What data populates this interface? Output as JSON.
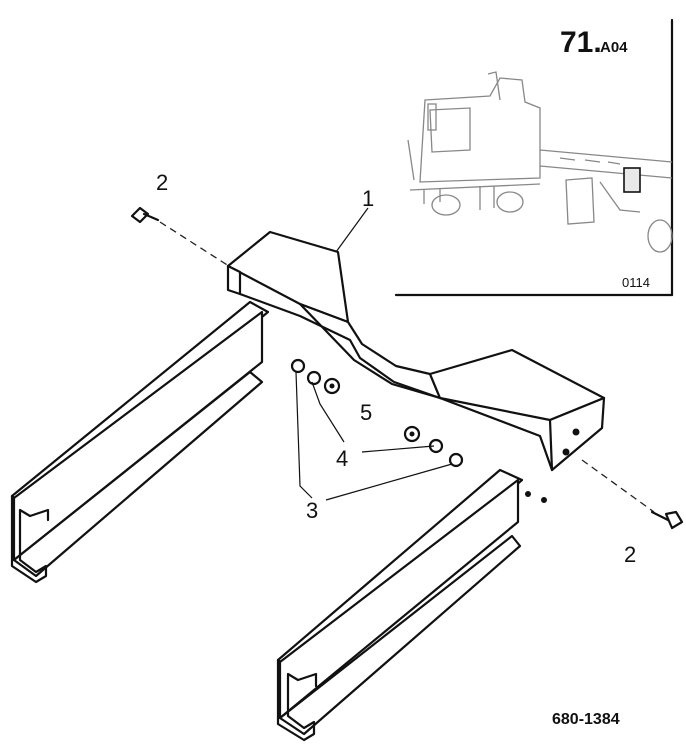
{
  "header": {
    "page_main": "71.",
    "page_suffix": "A04"
  },
  "inset": {
    "code": "0114"
  },
  "callouts": {
    "bracket": "1",
    "bolt_left": "2",
    "bolt_right": "2",
    "washer": "3",
    "lock_washer": "4",
    "nut": "5"
  },
  "drawing_number": "680-1384",
  "colors": {
    "ink": "#111111",
    "paper": "#ffffff"
  }
}
